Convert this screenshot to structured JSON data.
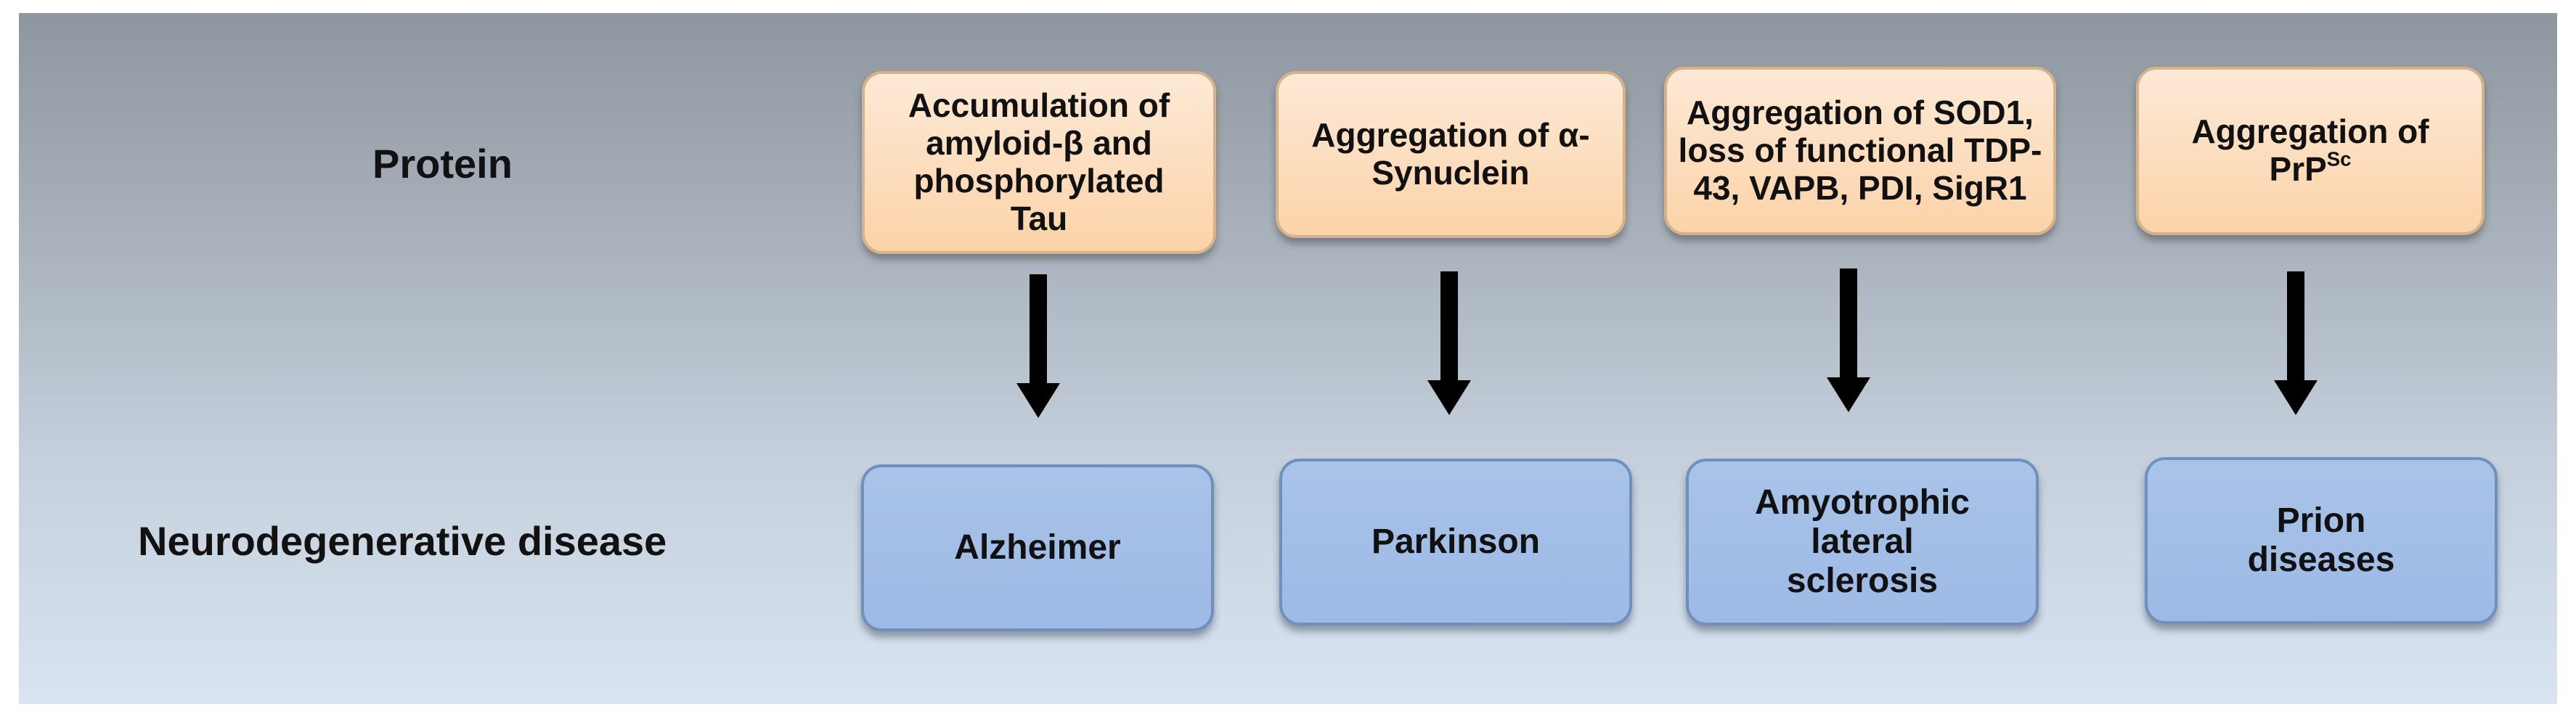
{
  "row_labels": {
    "protein": "Protein",
    "disease": "Neurodegenerative disease"
  },
  "proteins": [
    {
      "line1": "Accumulation of amyloid-β and phosphorylated Tau"
    },
    {
      "line1": "Aggregation of α-Synuclein"
    },
    {
      "line1": "Aggregation of SOD1, loss of functional TDP-43, VAPB, PDI, SigR1"
    },
    {
      "line1": "Aggregation of PrP",
      "sup": "Sc"
    }
  ],
  "diseases": [
    "Alzheimer",
    "Parkinson",
    "Amyotrophic lateral sclerosis",
    "Prion diseases"
  ],
  "colors": {
    "protein_box": "#fbd3a8",
    "disease_box": "#9dbae6",
    "arrow": "#000000"
  }
}
